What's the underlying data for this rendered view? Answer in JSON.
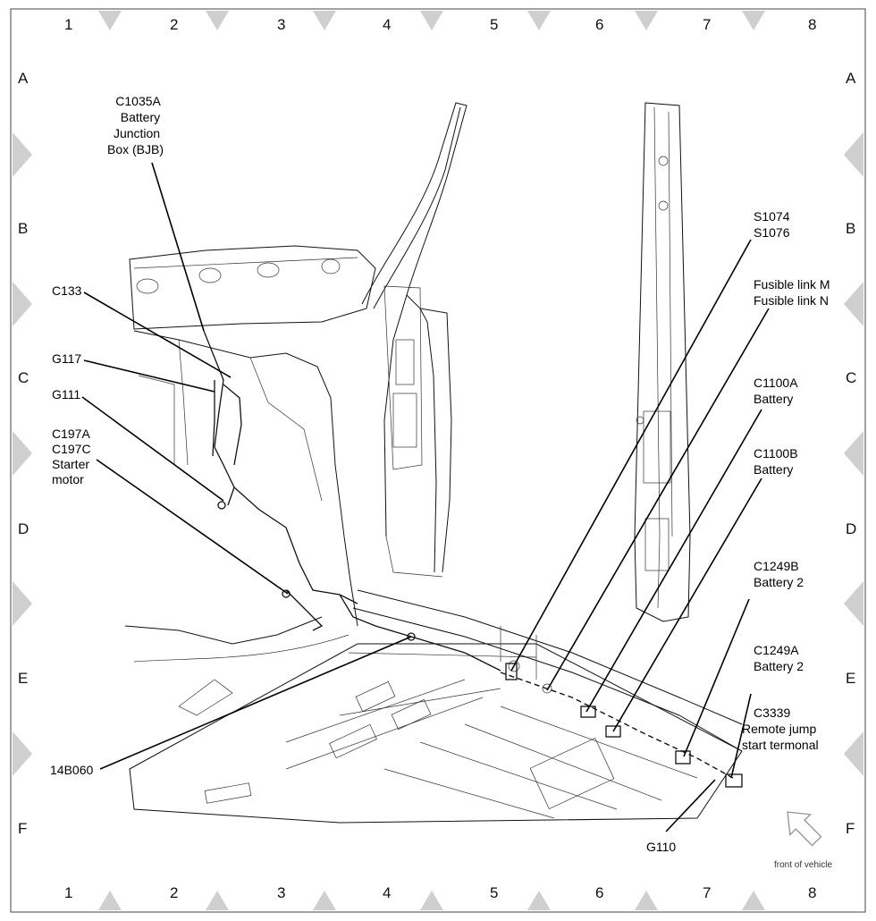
{
  "grid": {
    "columns": [
      "1",
      "2",
      "3",
      "4",
      "5",
      "6",
      "7",
      "8"
    ],
    "rows": [
      "A",
      "B",
      "C",
      "D",
      "E",
      "F"
    ]
  },
  "callouts": [
    {
      "id": "c1035a",
      "lines": [
        "C1035A",
        "Battery",
        "Junction",
        "Box (BJB)"
      ]
    },
    {
      "id": "c133",
      "lines": [
        "C133"
      ]
    },
    {
      "id": "g117",
      "lines": [
        "G117"
      ]
    },
    {
      "id": "g111",
      "lines": [
        "G111"
      ]
    },
    {
      "id": "c197",
      "lines": [
        "C197A",
        "C197C",
        "Starter",
        "motor"
      ]
    },
    {
      "id": "14b060",
      "lines": [
        "14B060"
      ]
    },
    {
      "id": "s1074",
      "lines": [
        "S1074",
        "S1076"
      ]
    },
    {
      "id": "fusible",
      "lines": [
        "Fusible link M",
        "Fusible link N"
      ]
    },
    {
      "id": "c1100a",
      "lines": [
        "C1100A",
        "Battery"
      ]
    },
    {
      "id": "c1100b",
      "lines": [
        "C1100B",
        "Battery"
      ]
    },
    {
      "id": "c1249b",
      "lines": [
        "C1249B",
        "Battery 2"
      ]
    },
    {
      "id": "c1249a",
      "lines": [
        "C1249A",
        "Battery 2"
      ]
    },
    {
      "id": "c3339",
      "lines": [
        "C3339",
        "Remote jump",
        "start termonal"
      ]
    },
    {
      "id": "g110",
      "lines": [
        "G110"
      ]
    }
  ],
  "orientation": {
    "note": "front of vehicle",
    "icon": "arrow-icon"
  }
}
